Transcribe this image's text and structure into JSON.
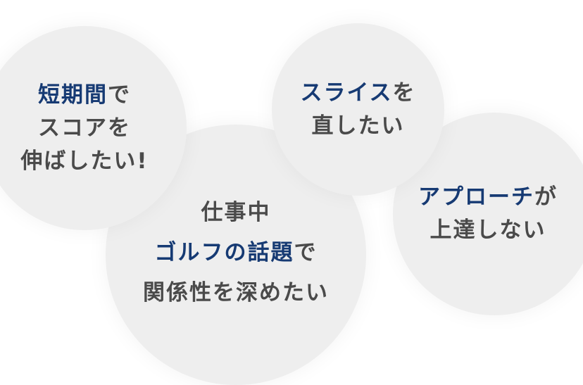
{
  "colors": {
    "accent": "#163a73",
    "text": "#4a4a4a",
    "circle": "#eeeeee"
  },
  "bubbles": [
    {
      "lines": [
        {
          "hl": "短期間",
          "rest": "で"
        },
        {
          "hl": "",
          "rest": "スコアを"
        },
        {
          "hl": "",
          "rest": "伸ばしたい!"
        }
      ]
    },
    {
      "lines": [
        {
          "hl": "",
          "rest": "仕事中"
        },
        {
          "hl": "ゴルフの話題",
          "rest": "で"
        },
        {
          "hl": "",
          "rest": "関係性を深めたい"
        }
      ]
    },
    {
      "lines": [
        {
          "hl": "スライス",
          "rest": "を"
        },
        {
          "hl": "",
          "rest": "直したい"
        }
      ]
    },
    {
      "lines": [
        {
          "hl": "アプローチ",
          "rest": "が"
        },
        {
          "hl": "",
          "rest": "上達しない"
        }
      ]
    }
  ]
}
